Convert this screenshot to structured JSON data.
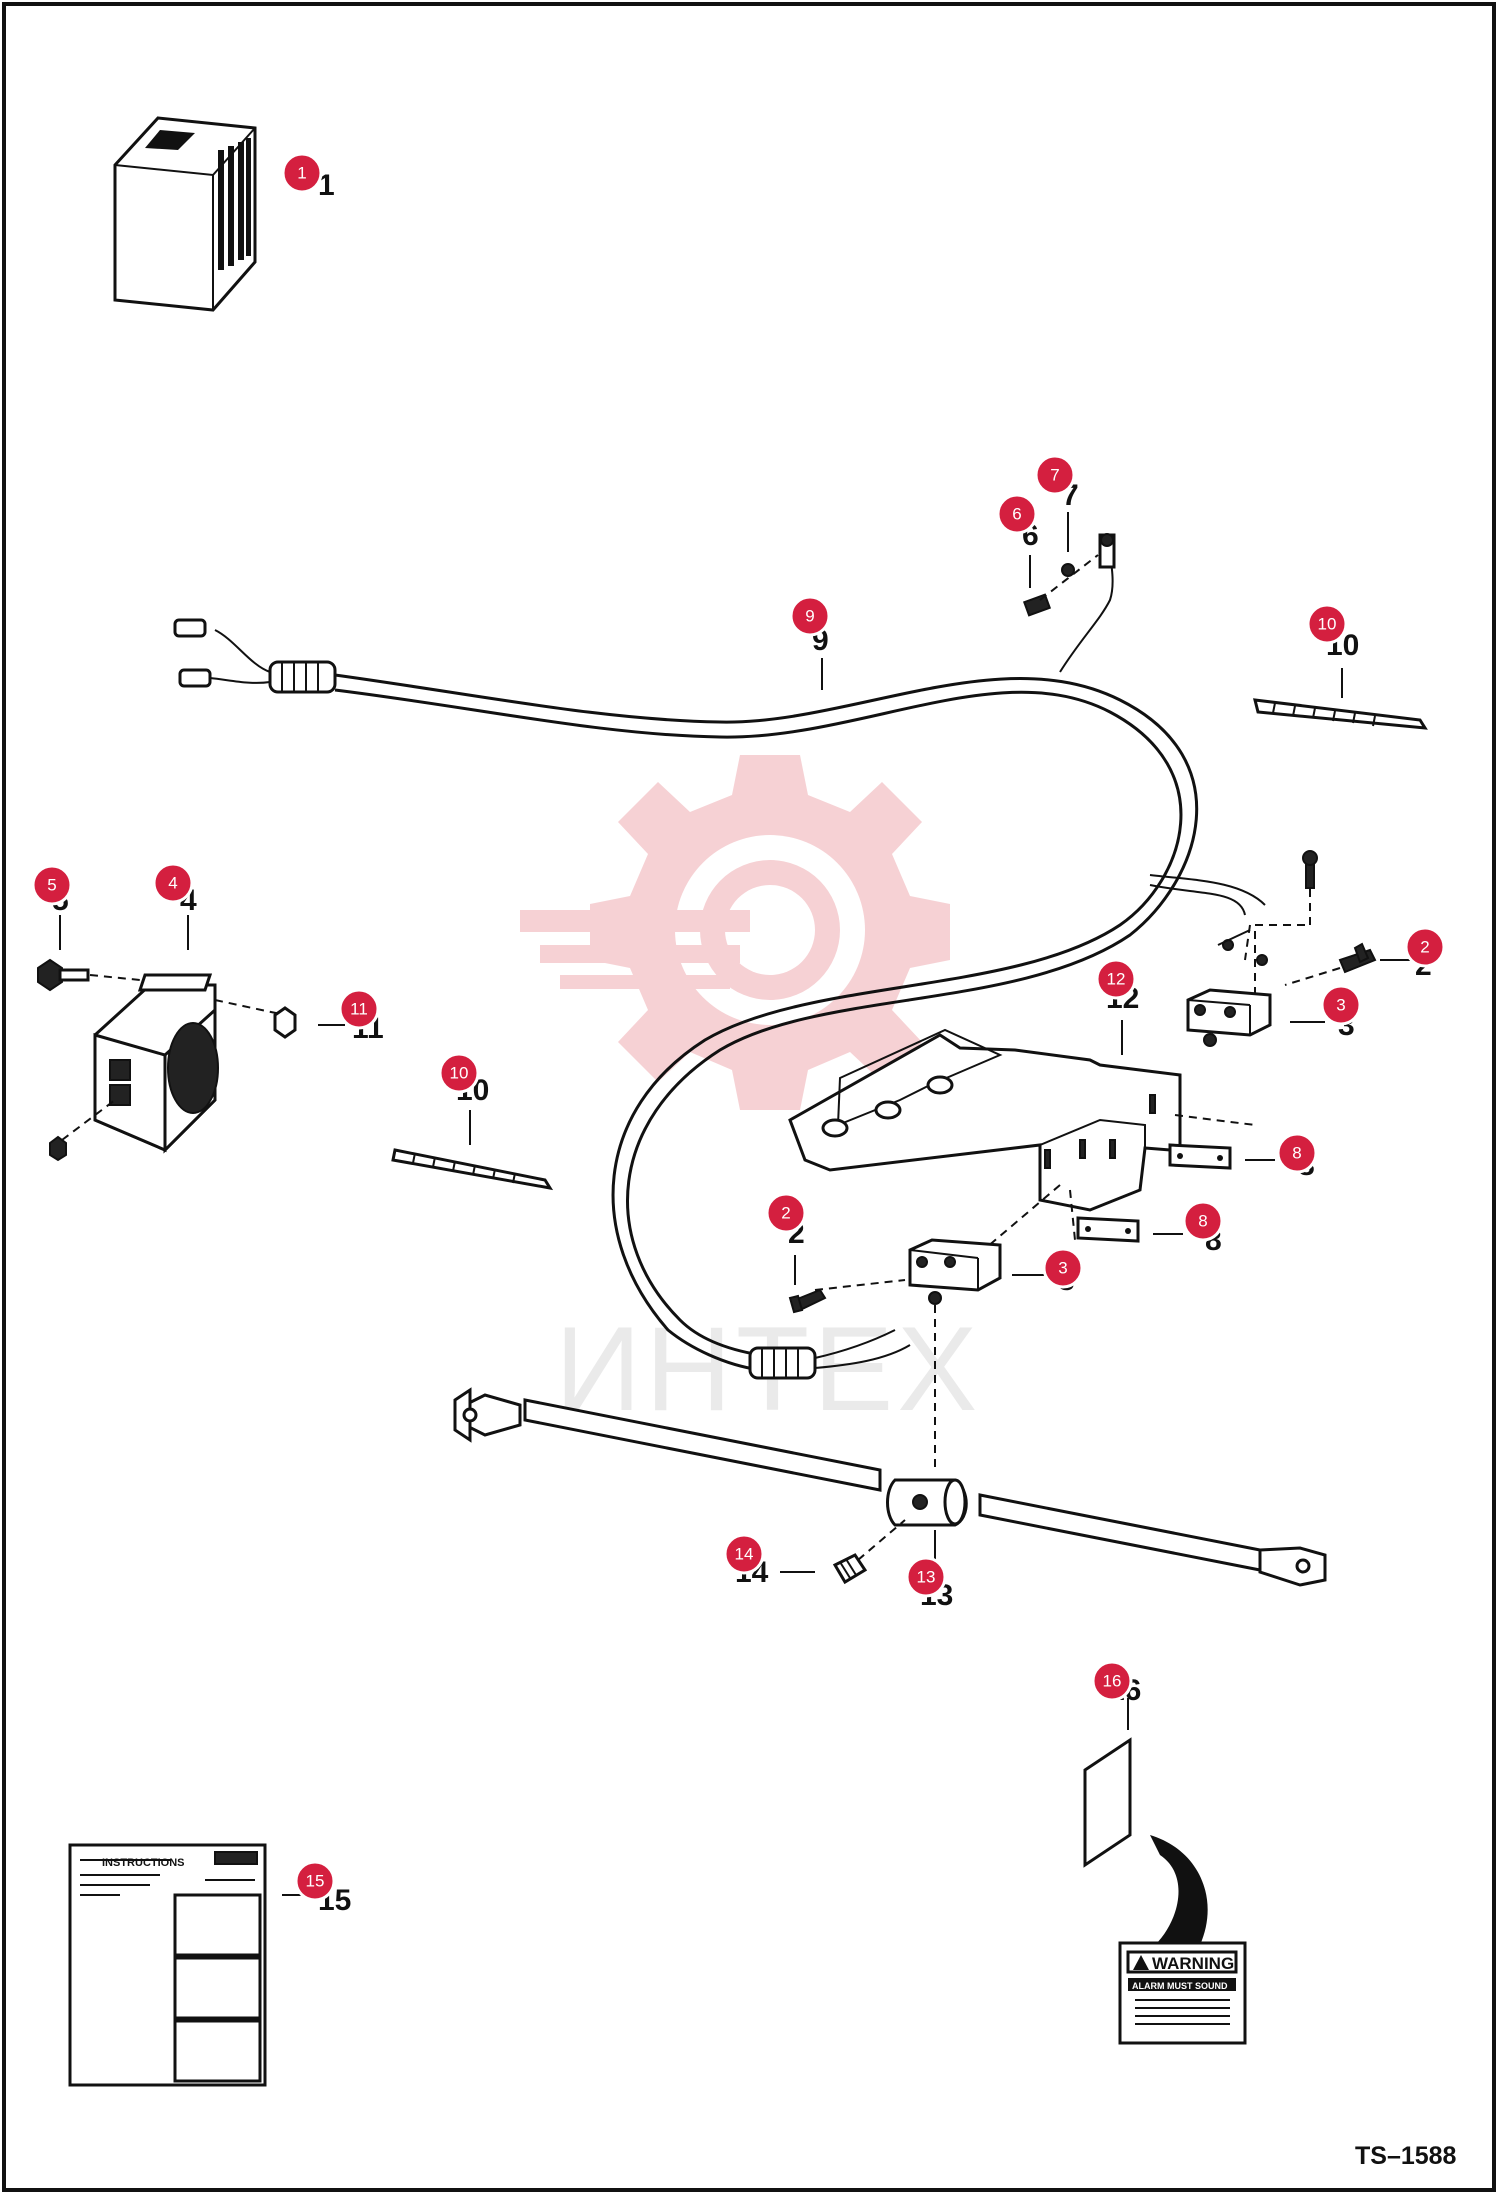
{
  "figure_id": "TS–1588",
  "watermark_text": "ИНТЕХ",
  "colors": {
    "marker": "#d41f3f",
    "watermark": "#f6cfd2",
    "line": "#111111"
  },
  "callouts": {
    "c1": "1",
    "c2a": "2",
    "c2b": "2",
    "c3a": "3",
    "c3b": "3",
    "c4": "4",
    "c5": "5",
    "c6": "6",
    "c7": "7",
    "c8a": "8",
    "c8b": "8",
    "c9": "9",
    "c10a": "10",
    "c10b": "10",
    "c11": "11",
    "c12": "12",
    "c13": "13",
    "c14": "14",
    "c15": "15",
    "c16": "16"
  },
  "instruction_sheet": {
    "heading": "INSTRUCTIONS"
  },
  "warning_decal": {
    "heading": "WARNING",
    "subheading": "ALARM MUST SOUND"
  },
  "markers": [
    "1",
    "2",
    "3",
    "4",
    "5",
    "6",
    "7",
    "8",
    "9",
    "10",
    "11",
    "12",
    "13",
    "14",
    "15",
    "16"
  ]
}
